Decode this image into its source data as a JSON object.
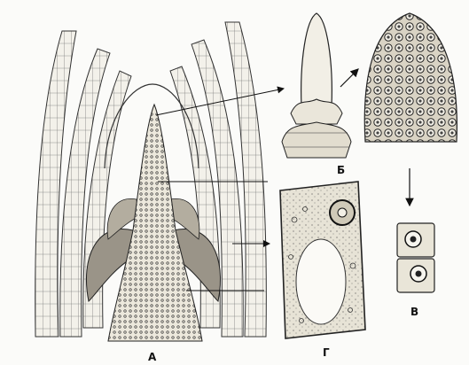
{
  "labels": {
    "a": "А",
    "b": "Б",
    "v": "В",
    "g": "Г"
  }
}
